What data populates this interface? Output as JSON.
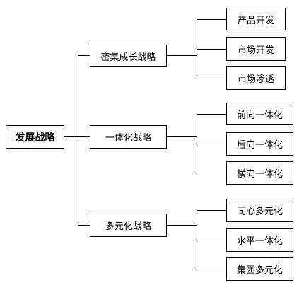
{
  "diagram": {
    "root": "发展战略",
    "branches": [
      {
        "label": "密集成长战略",
        "children": [
          "产品开发",
          "市场开发",
          "市场渗透"
        ]
      },
      {
        "label": "一体化战略",
        "children": [
          "前向一体化",
          "后向一体化",
          "横向一体化"
        ]
      },
      {
        "label": "多元化战略",
        "children": [
          "同心多元化",
          "水平一体化",
          "集团多元化"
        ]
      }
    ]
  }
}
